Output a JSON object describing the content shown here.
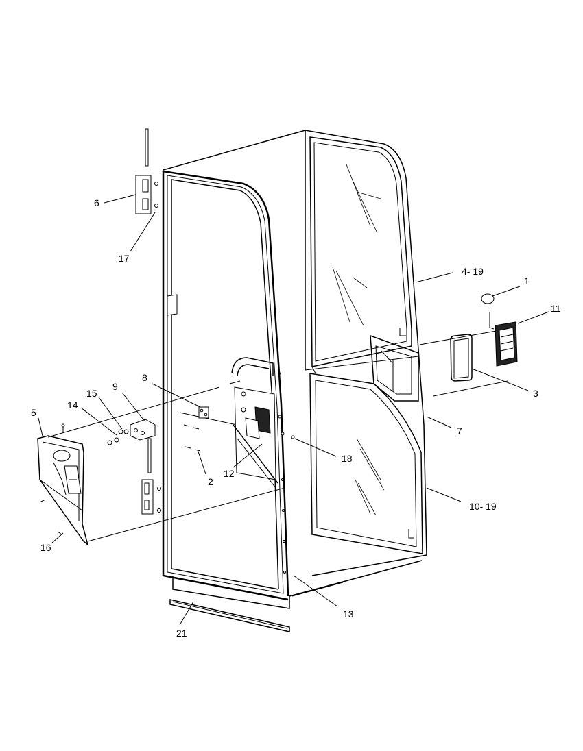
{
  "callouts": [
    {
      "id": "c1",
      "text": "1"
    },
    {
      "id": "c2",
      "text": "2"
    },
    {
      "id": "c3",
      "text": "3"
    },
    {
      "id": "c4",
      "text": "4- 19"
    },
    {
      "id": "c5",
      "text": "5"
    },
    {
      "id": "c6",
      "text": "6"
    },
    {
      "id": "c7",
      "text": "7"
    },
    {
      "id": "c8",
      "text": "8"
    },
    {
      "id": "c9",
      "text": "9"
    },
    {
      "id": "c10",
      "text": "10- 19"
    },
    {
      "id": "c11",
      "text": "11"
    },
    {
      "id": "c12",
      "text": "12"
    },
    {
      "id": "c13",
      "text": "13"
    },
    {
      "id": "c14",
      "text": "14"
    },
    {
      "id": "c15",
      "text": "15"
    },
    {
      "id": "c16",
      "text": "16"
    },
    {
      "id": "c17",
      "text": "17"
    },
    {
      "id": "c18",
      "text": "18"
    },
    {
      "id": "c21",
      "text": "21"
    }
  ]
}
